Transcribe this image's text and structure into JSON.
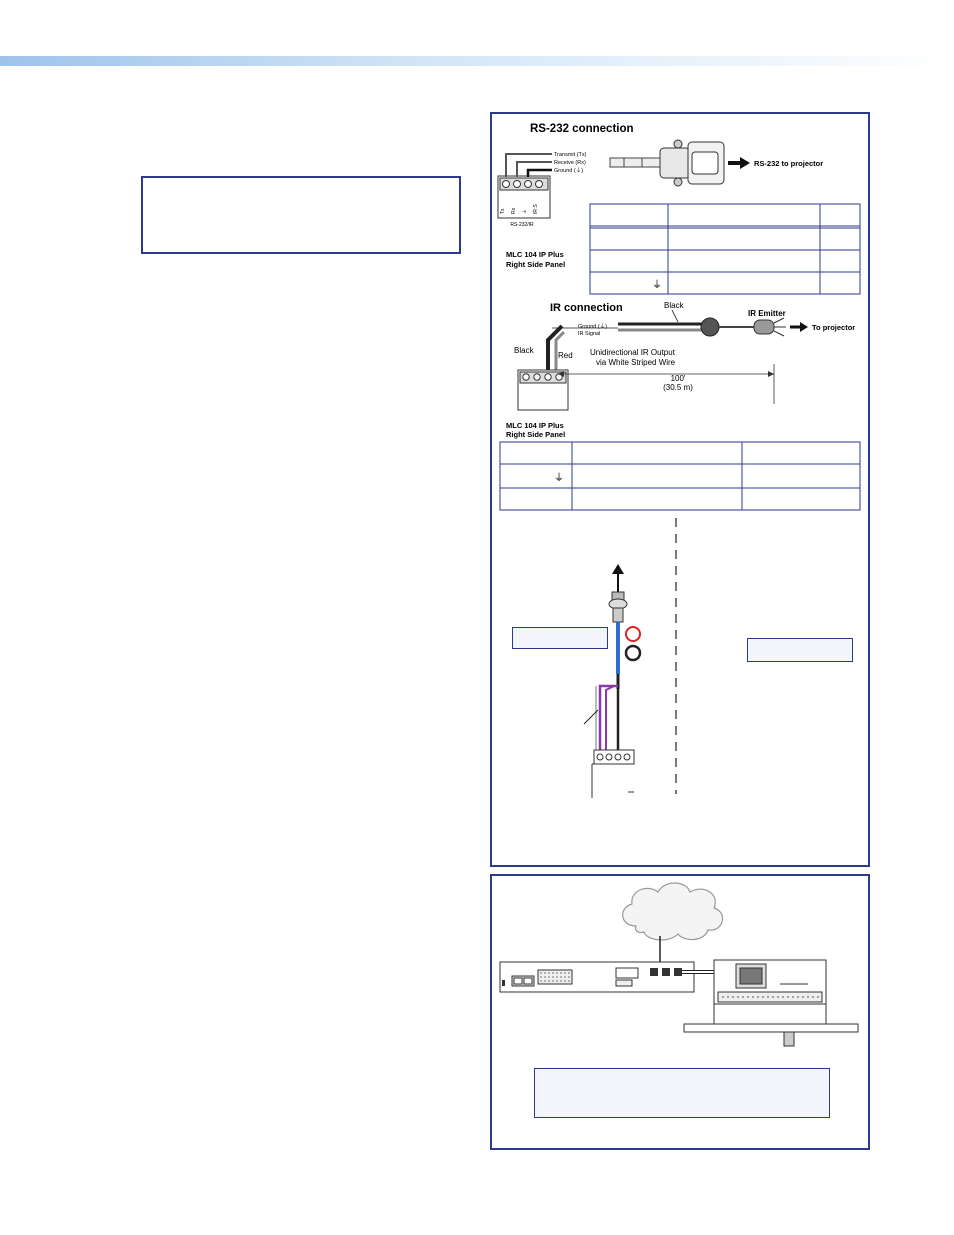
{
  "colors": {
    "accent": "#2b3a8c",
    "header_gradient_start": "#9ec3ea",
    "wire_blue": "#2d6fd0",
    "wire_red": "#e02020",
    "wire_purple": "#8a3aa8"
  },
  "rs232": {
    "title": "RS-232 connection",
    "wire_labels": [
      "Transmit (Tx)",
      "Receive (Rx)",
      "Ground (⏚)"
    ],
    "arrow_label": "RS-232 to projector",
    "panel_label_line1": "MLC 104 IP Plus",
    "panel_label_line2": "Right Side Panel",
    "port_labels": [
      "Tx",
      "Rx",
      "⏚",
      "IR S"
    ],
    "port_caption": "RS-232/IR",
    "table_ground_symbol": "⏚"
  },
  "ir": {
    "title": "IR connection",
    "label_black_top": "Black",
    "label_emitter": "IR Emitter",
    "arrow_label": "To projector",
    "wire_labels": [
      "Ground (⏚)",
      "IR Signal"
    ],
    "label_black_left": "Black",
    "label_red": "Red",
    "output_line1": "Unidirectional IR Output",
    "output_line2": "via White Striped Wire",
    "length_line1": "100'",
    "length_line2": "(30.5 m)",
    "panel_label_line1": "MLC 104 IP Plus",
    "panel_label_line2": "Right Side Panel",
    "table_ground_symbol": "⏚"
  }
}
